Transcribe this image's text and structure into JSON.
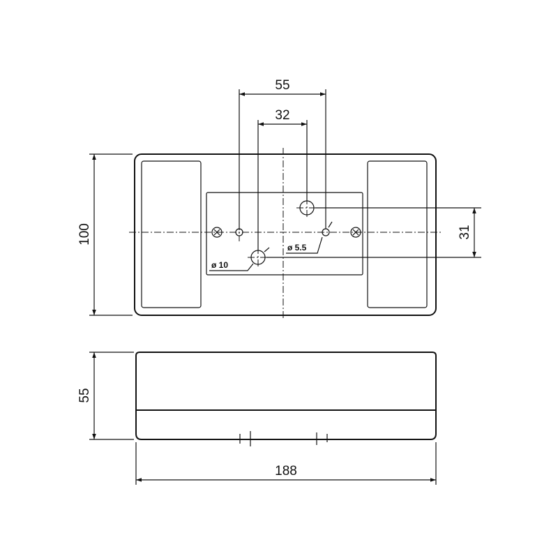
{
  "drawing": {
    "top_view": {
      "dim_hole_spacing_outer": "55",
      "dim_hole_spacing_inner": "32",
      "dim_height": "100",
      "dim_vertical_offset": "31",
      "label_hole_large": "ø 10",
      "label_hole_small": "ø 5.5"
    },
    "side_view": {
      "dim_depth": "55",
      "dim_width": "188"
    },
    "line_color": "#111111"
  }
}
